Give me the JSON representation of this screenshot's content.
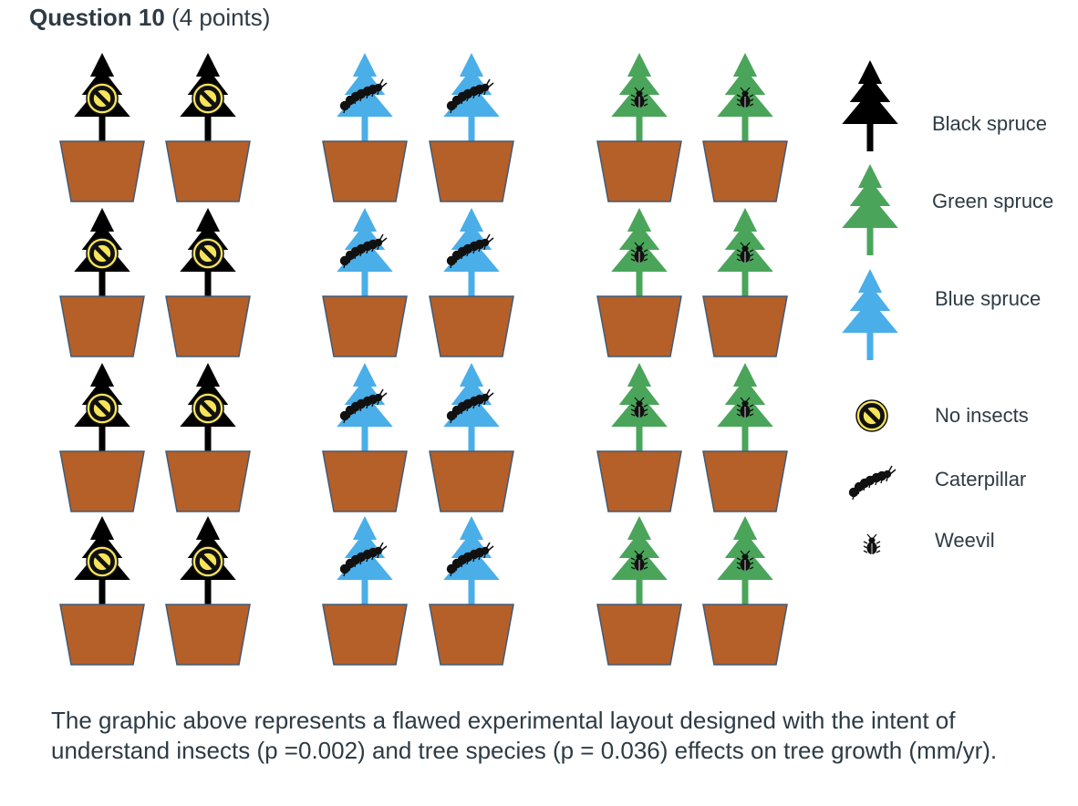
{
  "question": {
    "title": "Question 10",
    "points": "(4 points)",
    "text": "The graphic above represents a flawed experimental layout designed with the intent of understand insects (p =0.002) and tree species (p = 0.036) effects on tree growth (mm/yr)."
  },
  "colors": {
    "black_spruce": "#000000",
    "green_spruce": "#4aa55a",
    "blue_spruce": "#4aaee8",
    "pot": "#b55f29",
    "pot_border": "#3f5b78",
    "no_insects_fill": "#f6e45a",
    "insect": "#111111"
  },
  "diagram": {
    "columns": [
      {
        "tree": "black",
        "insect": "none"
      },
      {
        "tree": "black",
        "insect": "none"
      },
      {
        "tree": "blue",
        "insect": "caterpillar"
      },
      {
        "tree": "blue",
        "insect": "caterpillar"
      },
      {
        "tree": "green",
        "insect": "weevil"
      },
      {
        "tree": "green",
        "insect": "weevil"
      }
    ],
    "rows": 4
  },
  "legend": {
    "items": [
      {
        "icon": "black-spruce-icon",
        "label": "Black spruce"
      },
      {
        "icon": "green-spruce-icon",
        "label": "Green spruce"
      },
      {
        "icon": "blue-spruce-icon",
        "label": "Blue spruce"
      },
      {
        "icon": "no-insects-icon",
        "label": "No insects"
      },
      {
        "icon": "caterpillar-icon",
        "label": "Caterpillar"
      },
      {
        "icon": "weevil-icon",
        "label": "Weevil"
      }
    ]
  }
}
